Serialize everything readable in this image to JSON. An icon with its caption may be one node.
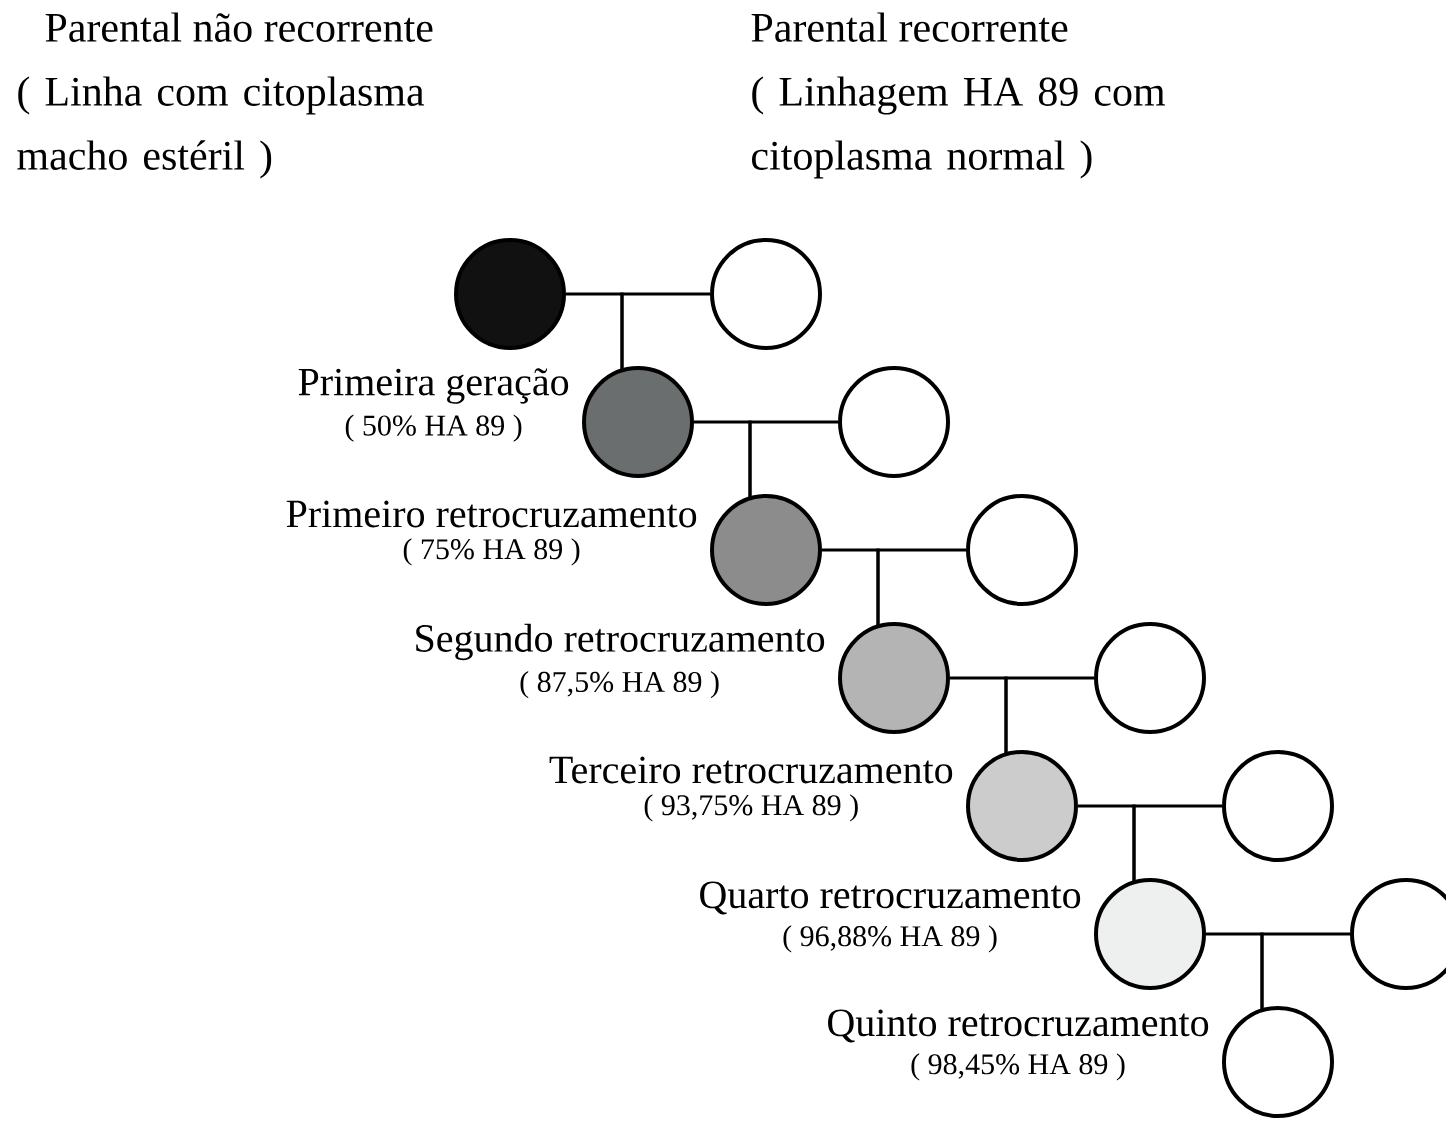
{
  "diagram": {
    "nodes": [
      {
        "text": [],
        "shape": "circle",
        "beside": [
          "Parental não recorrente",
          "( Linha com citoplasma macho estéril )"
        ]
      },
      {
        "text": [],
        "shape": "circle",
        "beside": [
          "Parental recorrente",
          "( Linhagem HA 89 com citoplasma normal )"
        ]
      },
      {
        "text": [],
        "shape": "circle",
        "beside": [
          "Primeira geração",
          "( 50% HA 89 )"
        ]
      },
      {
        "text": [],
        "shape": "circle"
      },
      {
        "text": [],
        "shape": "circle",
        "beside": [
          "Primeiro retrocruzamento",
          "( 75% HA 89 )"
        ]
      },
      {
        "text": [],
        "shape": "circle"
      },
      {
        "text": [],
        "shape": "circle",
        "beside": [
          "Segundo retrocruzamento",
          "( 87,5% HA 89 )"
        ]
      },
      {
        "text": [],
        "shape": "circle"
      },
      {
        "text": [],
        "shape": "circle",
        "beside": [
          "Terceiro retrocruzamento",
          "( 93,75% HA 89 )"
        ]
      },
      {
        "text": [],
        "shape": "circle"
      },
      {
        "text": [],
        "shape": "circle",
        "beside": [
          "Quarto retrocruzamento",
          "( 96,88% HA 89 )"
        ]
      },
      {
        "text": [],
        "shape": "circle"
      },
      {
        "text": [],
        "shape": "circle",
        "beside": [
          "Quinto retrocruzamento",
          "( 98,45% HA 89 )"
        ]
      }
    ],
    "edges": [
      {
        "from": 0,
        "to": 2,
        "arrow": "none"
      },
      {
        "from": 1,
        "to": 2,
        "arrow": "none"
      },
      {
        "from": 2,
        "to": 4,
        "arrow": "none"
      },
      {
        "from": 3,
        "to": 4,
        "arrow": "none"
      },
      {
        "from": 4,
        "to": 6,
        "arrow": "none"
      },
      {
        "from": 5,
        "to": 6,
        "arrow": "none"
      },
      {
        "from": 6,
        "to": 8,
        "arrow": "none"
      },
      {
        "from": 7,
        "to": 8,
        "arrow": "none"
      },
      {
        "from": 8,
        "to": 10,
        "arrow": "none"
      },
      {
        "from": 9,
        "to": 10,
        "arrow": "none"
      },
      {
        "from": 10,
        "to": 12,
        "arrow": "none"
      },
      {
        "from": 11,
        "to": 12,
        "arrow": "none"
      }
    ]
  }
}
